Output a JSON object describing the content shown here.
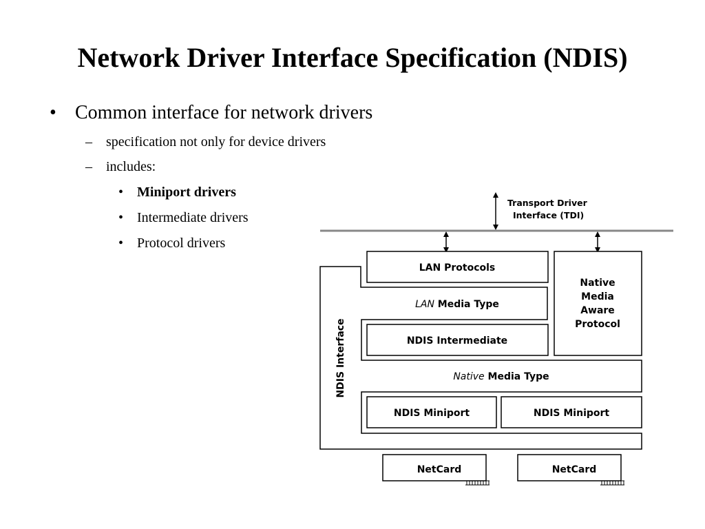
{
  "slide": {
    "title": "Network Driver Interface Specification (NDIS)",
    "bullets": {
      "level1_marker": "•",
      "level2_marker": "–",
      "level3_marker": "•",
      "main": "Common interface for network drivers",
      "sub1": "specification not only for device drivers",
      "sub2": "includes:",
      "items": [
        "Miniport drivers",
        "Intermediate drivers",
        "Protocol drivers"
      ]
    }
  },
  "diagram": {
    "tdi_label_line1": "Transport Driver",
    "tdi_label_line2": "Interface (TDI)",
    "lan_protocols": "LAN Protocols",
    "lan_media_type_italic": "LAN",
    "lan_media_type_rest": " Media Type",
    "ndis_intermediate": "NDIS Intermediate",
    "native_media_type_italic": "Native",
    "native_media_type_rest": " Media Type",
    "native_protocol_lines": [
      "Native",
      "Media",
      "Aware",
      "Protocol"
    ],
    "ndis_miniport_1": "NDIS Miniport",
    "ndis_miniport_2": "NDIS Miniport",
    "ndis_interface": "NDIS Interface",
    "netcard_1": "NetCard",
    "netcard_2": "NetCard"
  }
}
